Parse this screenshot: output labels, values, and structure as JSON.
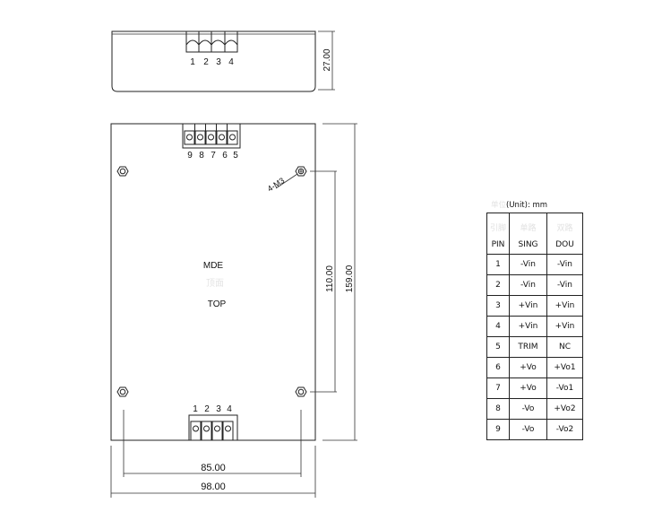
{
  "side_view": {
    "pins": [
      "1",
      "2",
      "3",
      "4"
    ],
    "height_dim": "27.00"
  },
  "top_view": {
    "top_pins": [
      "9",
      "8",
      "7",
      "6",
      "5"
    ],
    "bottom_pins": [
      "1",
      "2",
      "3",
      "4"
    ],
    "label_model": "MDE",
    "label_cn": "顶面",
    "label_top": "TOP",
    "hole_note": "4-M3",
    "dim_hole_vertical": "110.00",
    "dim_total_height": "159.00",
    "dim_hole_horizontal": "85.00",
    "dim_total_width": "98.00"
  },
  "table": {
    "unit_cn": "单位",
    "unit": "(Unit): mm",
    "headers_cn": [
      "引脚",
      "单路",
      "双路"
    ],
    "headers": [
      "PIN",
      "SING",
      "DOU"
    ],
    "rows": [
      [
        "1",
        "-Vin",
        "-Vin"
      ],
      [
        "2",
        "-Vin",
        "-Vin"
      ],
      [
        "3",
        "+Vin",
        "+Vin"
      ],
      [
        "4",
        "+Vin",
        "+Vin"
      ],
      [
        "5",
        "TRIM",
        "NC"
      ],
      [
        "6",
        "+Vo",
        "+Vo1"
      ],
      [
        "7",
        "+Vo",
        "-Vo1"
      ],
      [
        "8",
        "-Vo",
        "+Vo2"
      ],
      [
        "9",
        "-Vo",
        "-Vo2"
      ]
    ]
  }
}
